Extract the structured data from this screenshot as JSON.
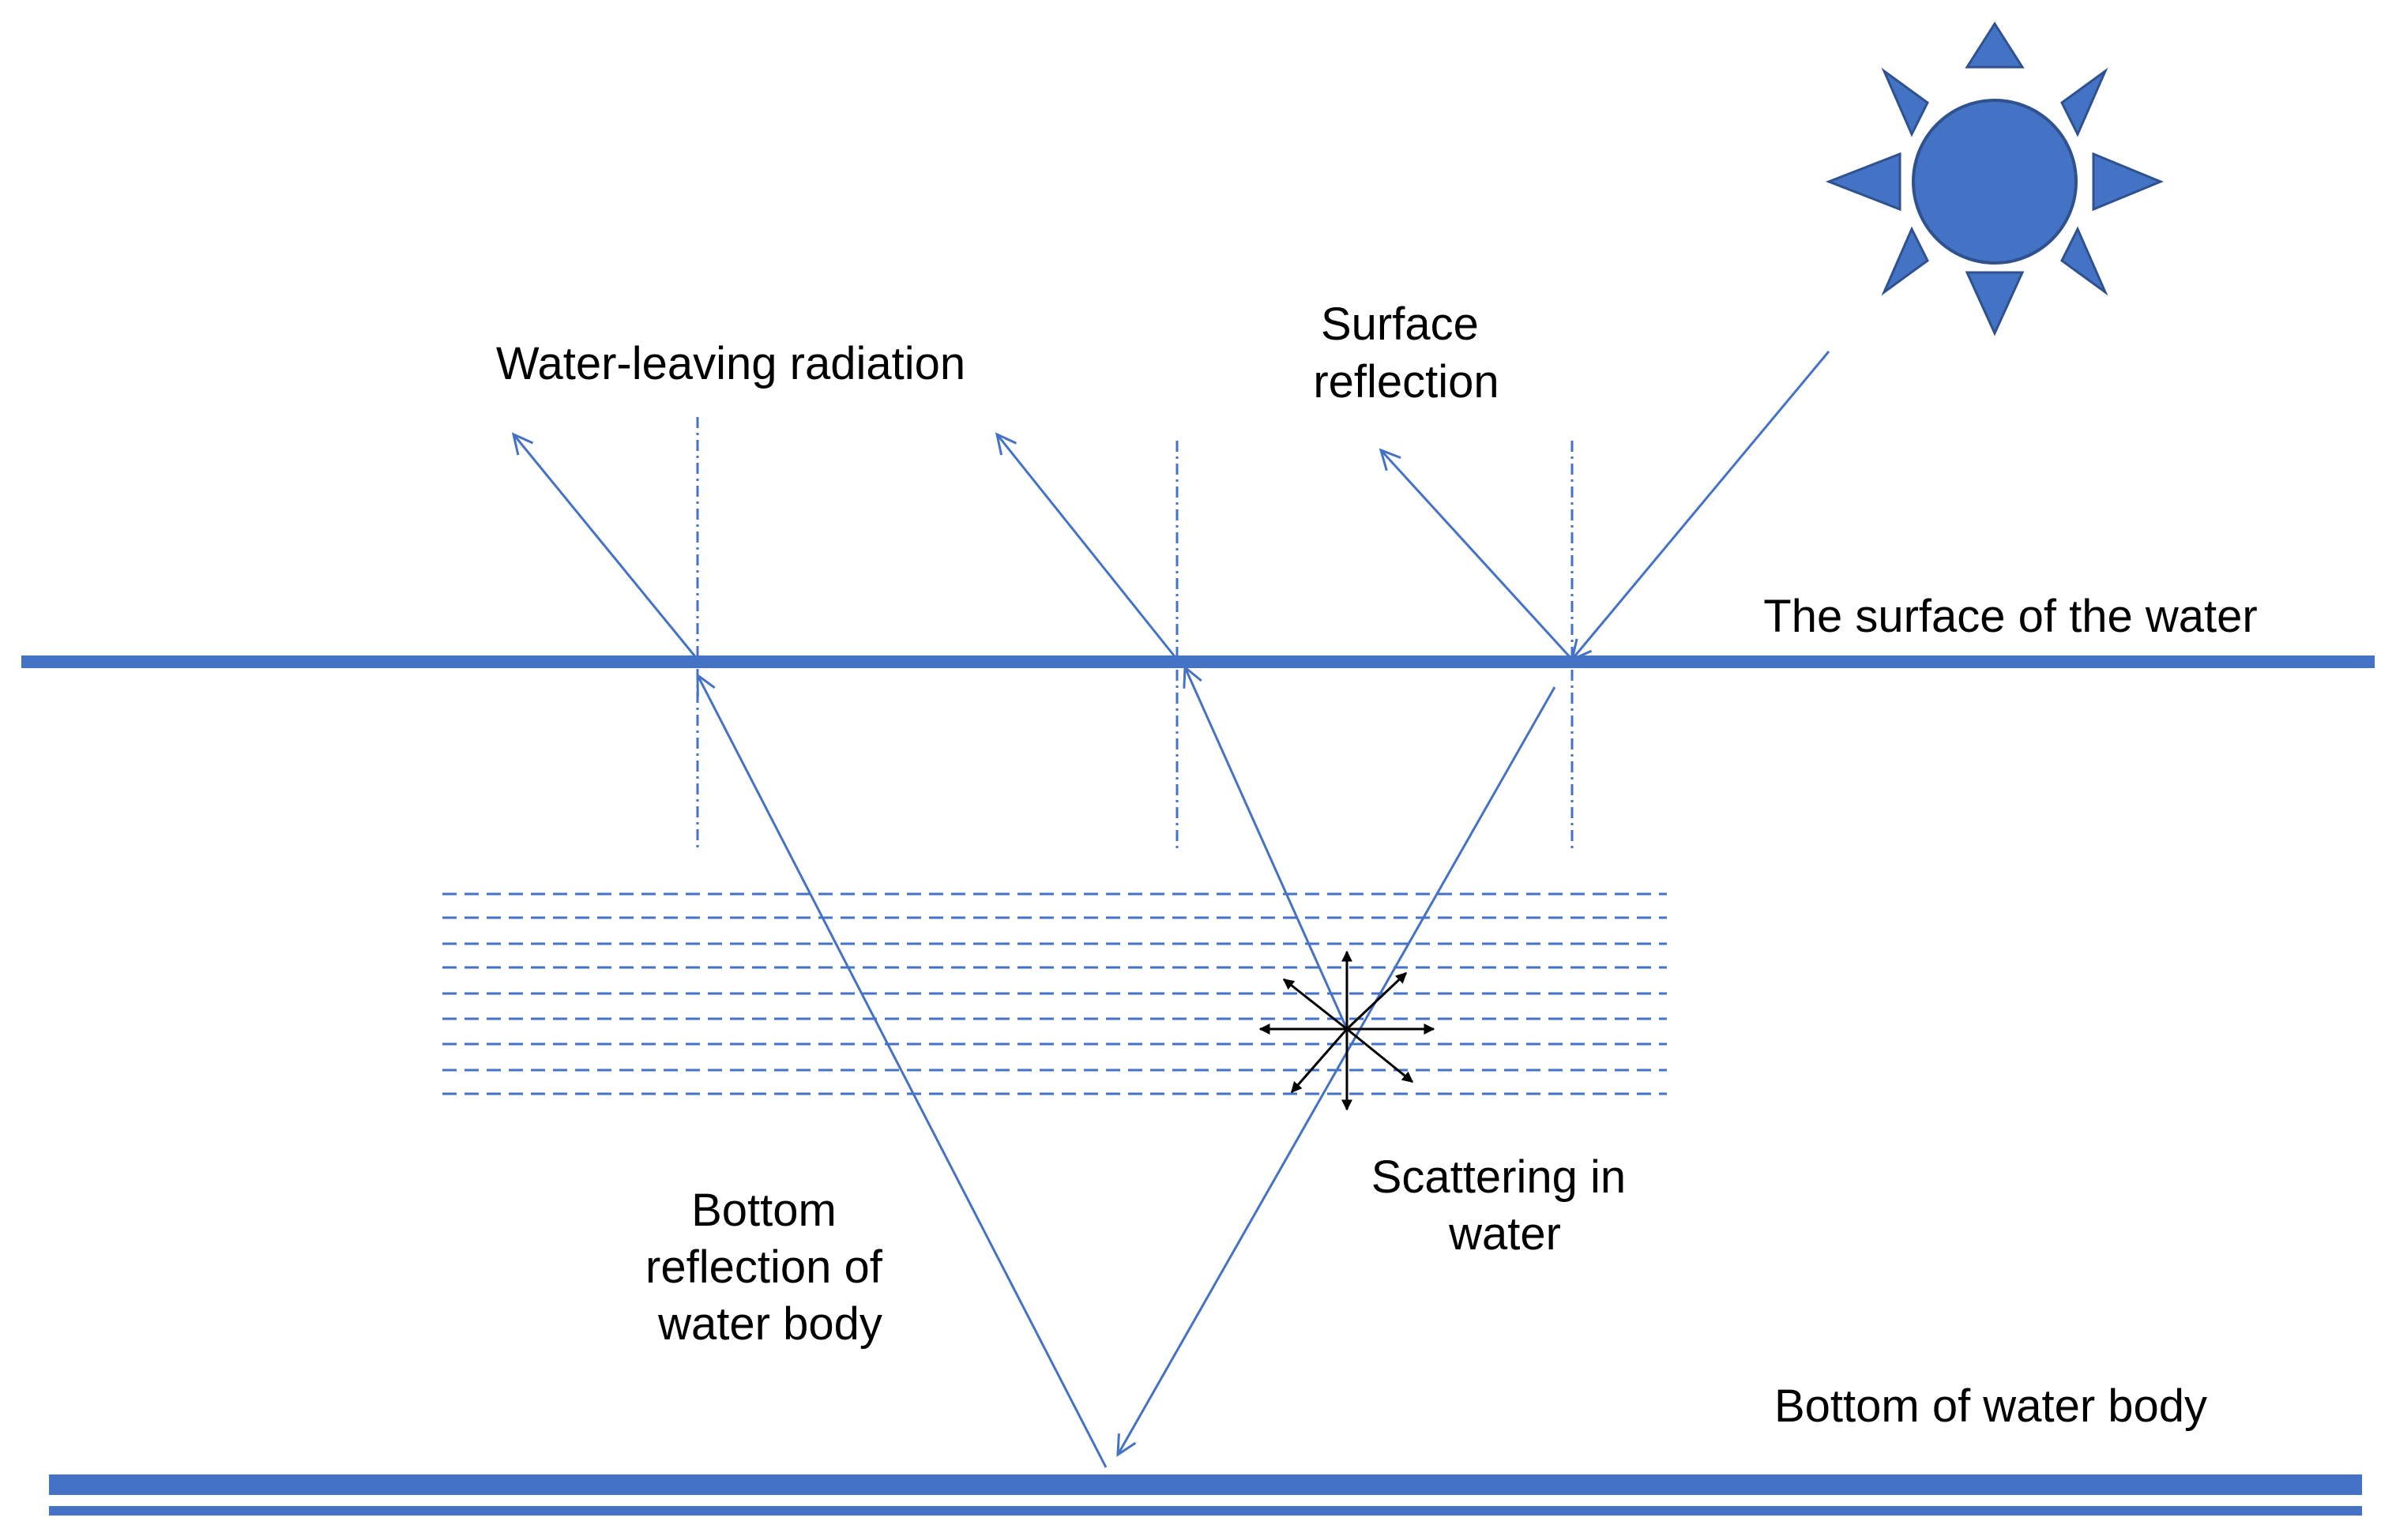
{
  "labels": {
    "water_leaving": "Water-leaving radiation",
    "surface_reflection": [
      "Surface",
      "reflection"
    ],
    "surface": "The surface of the water",
    "scattering": [
      "Scattering in",
      "water"
    ],
    "bottom_reflection": [
      "Bottom",
      "reflection of",
      "water body"
    ],
    "bottom": "Bottom of water body"
  },
  "colors": {
    "blue": "#4472C4",
    "black": "#000000",
    "background": "#FFFFFF"
  },
  "icons": {
    "sun": "sun-icon",
    "scatter": "scatter-star-icon"
  }
}
